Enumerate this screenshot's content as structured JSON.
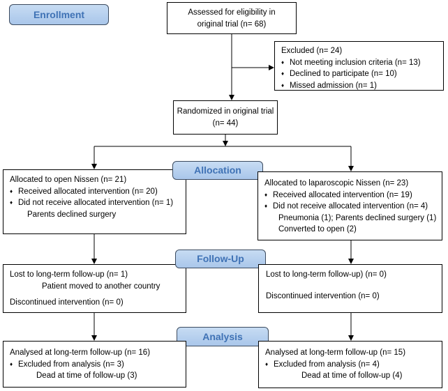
{
  "stages": {
    "enrollment": "Enrollment",
    "allocation": "Allocation",
    "followup": "Follow-Up",
    "analysis": "Analysis"
  },
  "assessed": {
    "line1": "Assessed for eligibility in",
    "line2": "original trial (n= 68)"
  },
  "excluded": {
    "title": "Excluded (n= 24)",
    "items": [
      "Not meeting inclusion criteria (n= 13)",
      "Declined to participate (n= 10)",
      "Missed admission (n= 1)"
    ]
  },
  "randomized": {
    "line1": "Randomized in original trial",
    "line2": "(n= 44)"
  },
  "bullet_glyph": "♦",
  "alloc_left": {
    "title": "Allocated to open Nissen (n= 21)",
    "item1": "Received allocated intervention (n= 20)",
    "item2": "Did not receive allocated intervention (n= 1)",
    "sub1": "Parents declined surgery"
  },
  "alloc_right": {
    "title": "Allocated to laparoscopic Nissen (n= 23)",
    "item1": "Received allocated intervention (n= 19)",
    "item2": "Did not receive allocated intervention (n= 4)",
    "sub1": "Pneumonia (1); Parents declined surgery (1)",
    "sub2": "Converted to open (2)"
  },
  "follow_left": {
    "line1": "Lost to long-term follow-up (n= 1)",
    "line2": "Patient moved to another country",
    "line3": "Discontinued intervention (n= 0)"
  },
  "follow_right": {
    "line1": "Lost to long-term follow-up) (n= 0)",
    "line2": "Discontinued intervention (n= 0)"
  },
  "analysis_left": {
    "title": "Analysed at long-term follow-up (n= 16)",
    "item1": "Excluded from analysis (n= 3)",
    "sub1": "Dead at time of follow-up (3)"
  },
  "analysis_right": {
    "title": "Analysed at long-term follow-up (n= 15)",
    "item1": "Excluded from analysis (n= 4)",
    "sub1": "Dead at time of follow-up (4)"
  }
}
